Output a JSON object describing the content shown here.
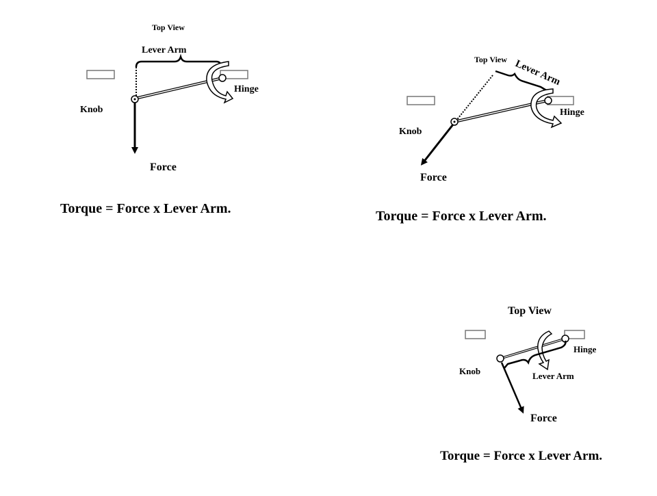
{
  "panels": [
    {
      "title": "Top View",
      "lever_arm": "Lever Arm",
      "hinge": "Hinge",
      "knob": "Knob",
      "force": "Force",
      "equation": "Torque = Force x Lever Arm."
    },
    {
      "title": "Top View",
      "lever_arm": "Lever Arm",
      "hinge": "Hinge",
      "knob": "Knob",
      "force": "Force",
      "equation": "Torque = Force x Lever Arm."
    },
    {
      "title": "Top View",
      "lever_arm": "Lever Arm",
      "hinge": "Hinge",
      "knob": "Knob",
      "force": "Force",
      "equation": "Torque = Force x Lever Arm."
    }
  ]
}
